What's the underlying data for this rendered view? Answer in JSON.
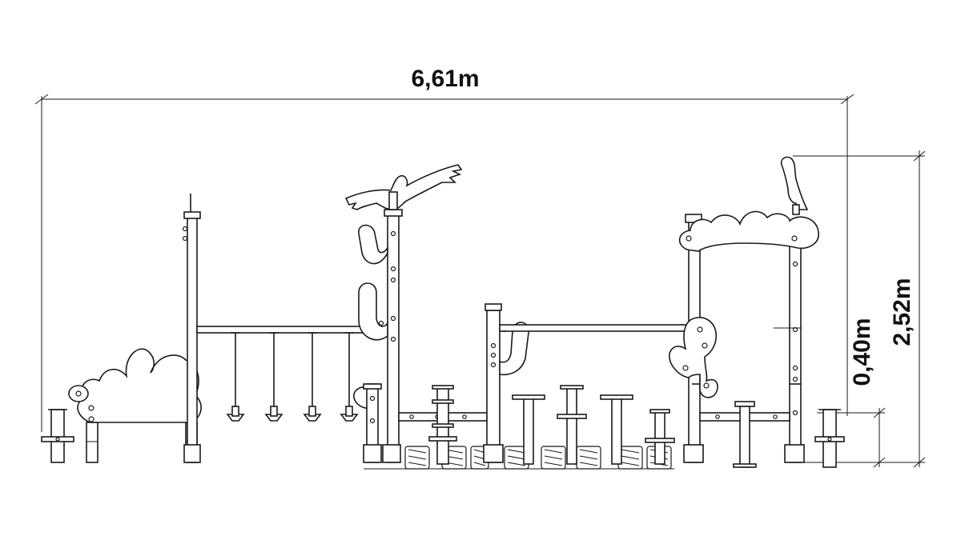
{
  "dimensions": {
    "width_label": "6,61m",
    "height_label": "2,52m",
    "platform_label": "0,40m"
  },
  "colors": {
    "line": "#1a1a1a",
    "background": "#ffffff"
  }
}
